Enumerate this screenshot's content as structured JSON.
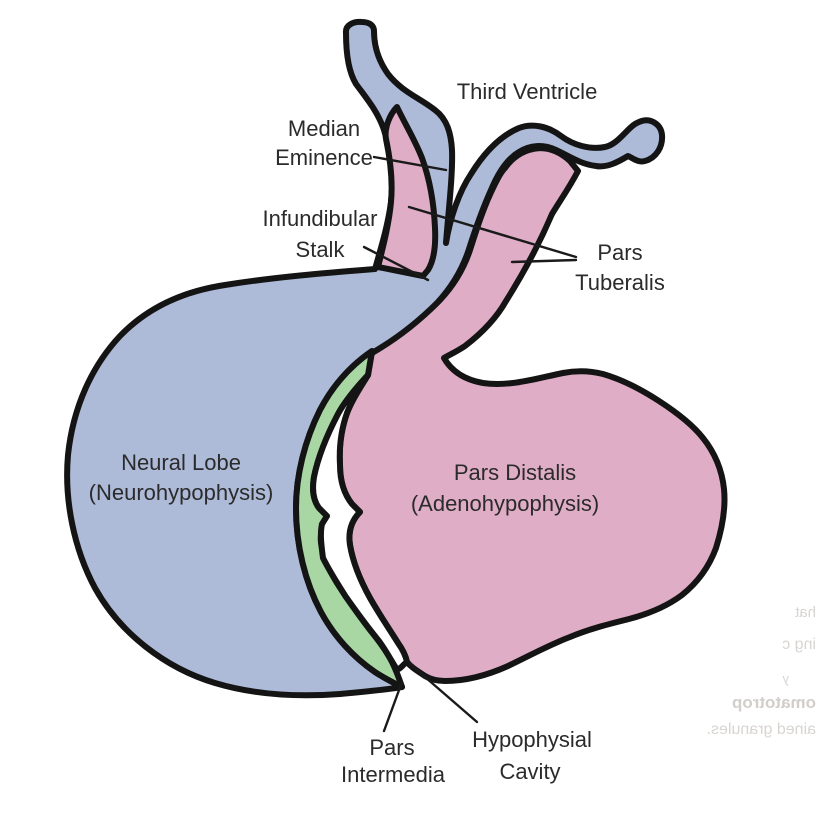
{
  "colors": {
    "neural_blue": "#adbbd9",
    "adeno_pink": "#dfadc6",
    "intermedia_green": "#a8d7a4",
    "outline": "#141414",
    "label_text": "#2b2b2b",
    "ghost_text": "#d8d4d1",
    "background": "#ffffff"
  },
  "labels": {
    "third_ventricle": "Third Ventricle",
    "median_eminence": {
      "line1": "Median",
      "line2": "Eminence"
    },
    "infundibular_stalk": {
      "line1": "Infundibular",
      "line2": "Stalk"
    },
    "pars_tuberalis": {
      "line1": "Pars",
      "line2": "Tuberalis"
    },
    "neural_lobe": {
      "line1": "Neural Lobe",
      "line2": "(Neurohypophysis)"
    },
    "pars_distalis": {
      "line1": "Pars Distalis",
      "line2": "(Adenohypophysis)"
    },
    "pars_intermedia": {
      "line1": "Pars",
      "line2": "Intermedia"
    },
    "hypophysial_cavity": {
      "line1": "Hypophysial",
      "line2": "Cavity"
    }
  },
  "ghost_text": {
    "line1": "hat",
    "line2": "ing c",
    "mark": "y",
    "line3": "omatotrop",
    "line4": "ained granules."
  }
}
